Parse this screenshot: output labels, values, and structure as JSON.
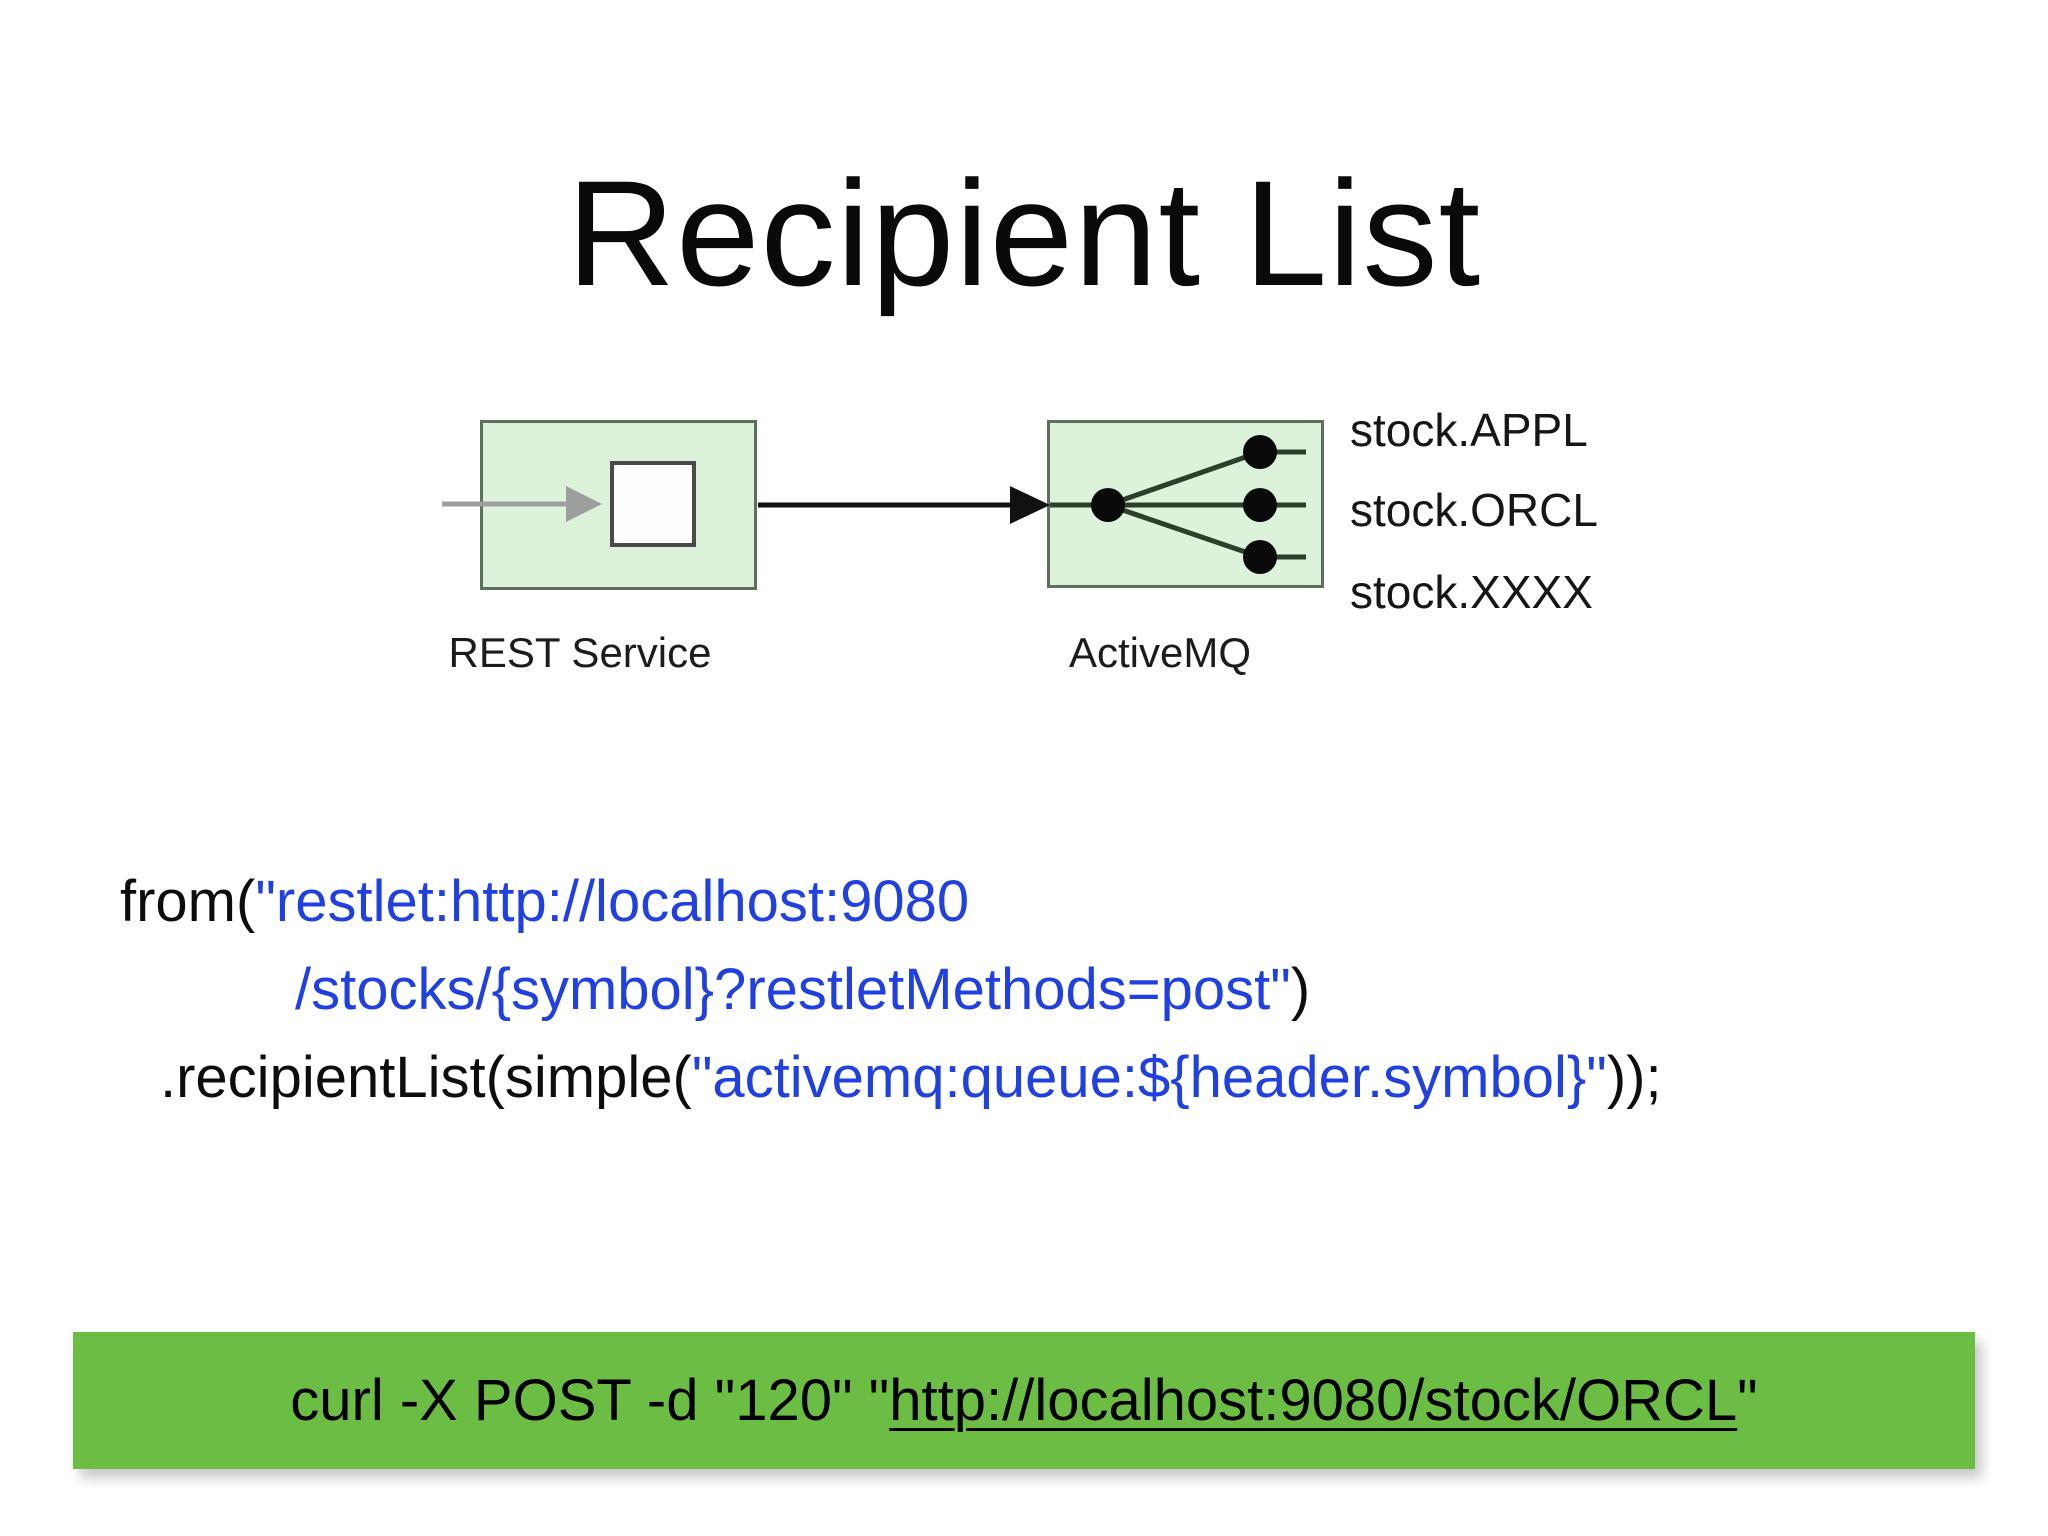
{
  "title": "Recipient List",
  "diagram": {
    "rest_service_label": "REST Service",
    "activemq_label": "ActiveMQ",
    "queue_labels": [
      "stock.APPL",
      "stock.ORCL",
      "stock.XXXX"
    ]
  },
  "code": {
    "string_color": "#2140e0",
    "lines": [
      {
        "pre": "from(",
        "str": "\"restlet:http://localhost:9080",
        "post": ""
      },
      {
        "pre": "",
        "str": "/stocks/{symbol}?restletMethods=post\"",
        "post": ")"
      },
      {
        "pre": ".recipientList(simple(",
        "str": "\"activemq:queue:${header.symbol}\"",
        "post": "));"
      }
    ]
  },
  "banner": {
    "prefix": "curl -X POST -d \"120\" \"",
    "url": "http://localhost:9080/stock/ORCL",
    "suffix": "\"",
    "background": "#6cbd43"
  },
  "colors": {
    "box_fill": "#dcf2da",
    "box_border": "#5c6e5c",
    "code_string_blue": "#2140e0",
    "banner_green": "#6cbd43"
  }
}
